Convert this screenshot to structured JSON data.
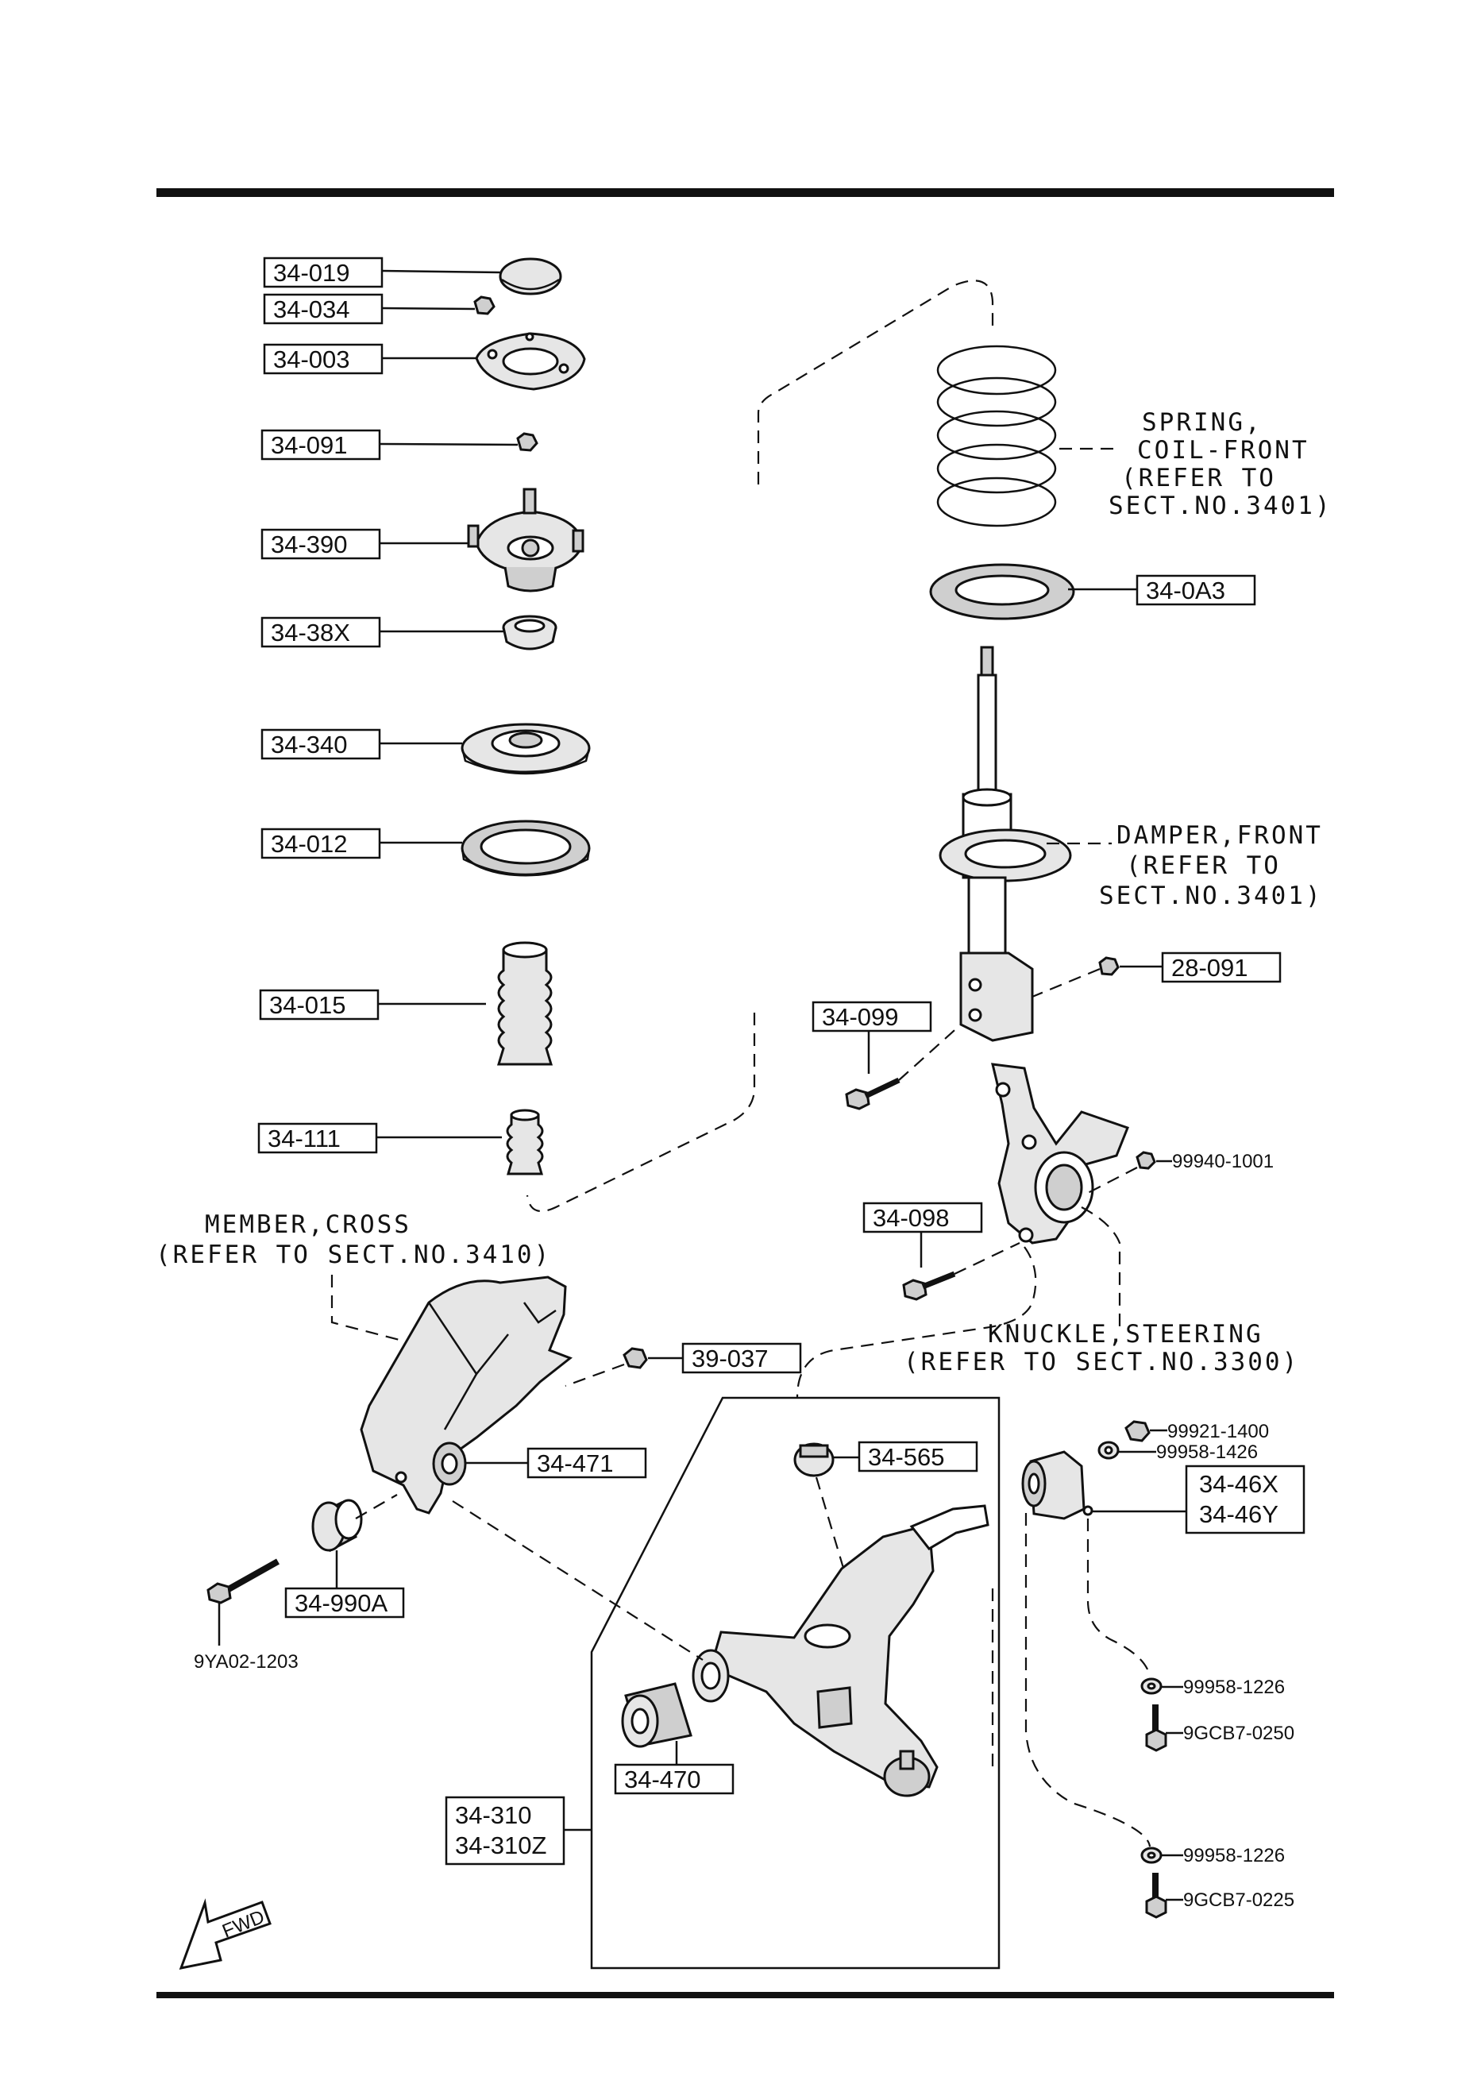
{
  "part_labels": {
    "p34_019": "34-019",
    "p34_034": "34-034",
    "p34_003": "34-003",
    "p34_091": "34-091",
    "p34_390": "34-390",
    "p34_38X": "34-38X",
    "p34_340": "34-340",
    "p34_012": "34-012",
    "p34_015": "34-015",
    "p34_111": "34-111",
    "p34_0A3": "34-0A3",
    "p28_091": "28-091",
    "p34_099": "34-099",
    "p34_098": "34-098",
    "p39_037": "39-037",
    "p34_471": "34-471",
    "p34_990A": "34-990A",
    "p34_565": "34-565",
    "p34_46X": "34-46X",
    "p34_46Y": "34-46Y",
    "p34_470": "34-470",
    "p34_310": "34-310",
    "p34_310Z": "34-310Z"
  },
  "small_labels": {
    "n99940_1001": "99940-1001",
    "n9YA02_1203": "9YA02-1203",
    "n99921_1400": "99921-1400",
    "n99958_1426": "99958-1426",
    "n99958_1226_a": "99958-1226",
    "n9GCB7_0250": "9GCB7-0250",
    "n99958_1226_b": "99958-1226",
    "n9GCB7_0225": "9GCB7-0225"
  },
  "notes": {
    "spring_1": "SPRING,",
    "spring_2": "COIL-FRONT",
    "spring_3": "(REFER TO",
    "spring_4": "SECT.NO.3401)",
    "damper_1": "DAMPER,FRONT",
    "damper_2": "(REFER TO",
    "damper_3": "SECT.NO.3401)",
    "member_1": "MEMBER,CROSS",
    "member_2": "(REFER TO SECT.NO.3410)",
    "knuckle_1": "KNUCKLE,STEERING",
    "knuckle_2": "(REFER TO SECT.NO.3300)"
  },
  "fwd_label": "FWD",
  "icons": [
    "fwd-arrow-icon"
  ]
}
